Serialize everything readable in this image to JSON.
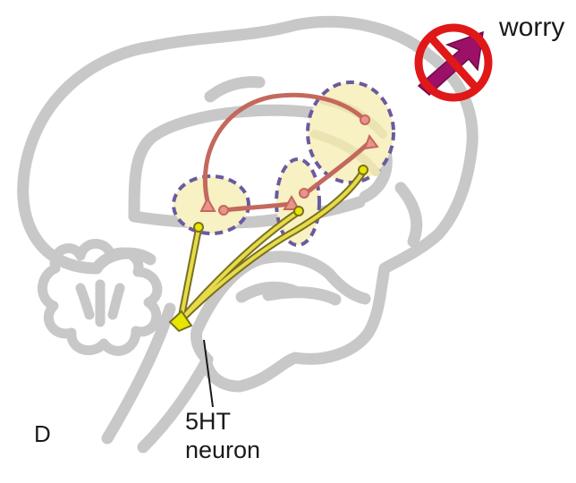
{
  "panel_letter": "D",
  "worry_label": "worry",
  "neuron_label": {
    "line1": "5HT",
    "line2": "neuron"
  },
  "colors": {
    "brain_outline": "#c8c8c8",
    "region_fill": "#f7f1c4",
    "region_border": "#6a5aa0",
    "cortical_neuron": "#e8948c",
    "cortical_axon": "#c4685e",
    "serotonin_axon": "#e6dc4a",
    "serotonin_outline": "#7a7020",
    "serotonin_neuron": "#e6e600",
    "no_sign": "#e01818",
    "worry_arrow": "#9c1068",
    "text": "#1a1a1a"
  },
  "icons": [
    "no-sign-icon",
    "worry-arrow-icon"
  ]
}
